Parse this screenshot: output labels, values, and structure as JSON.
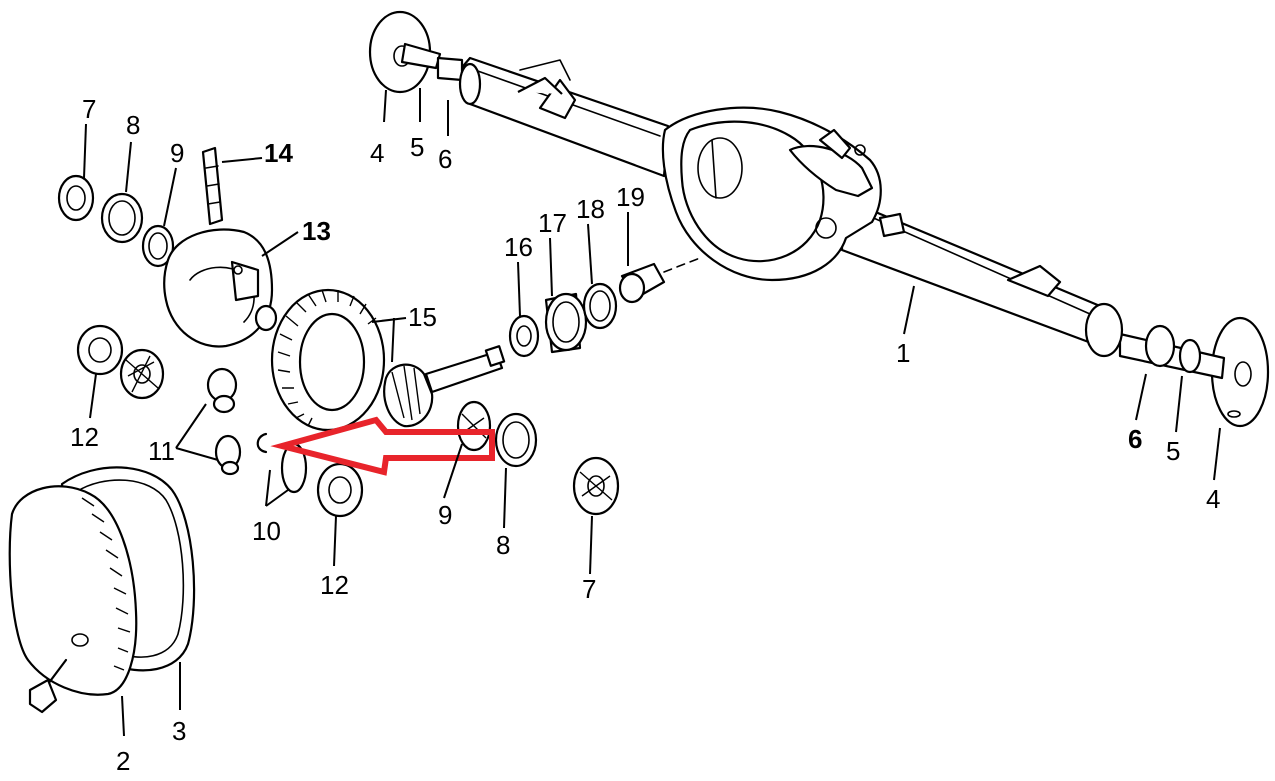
{
  "callouts": {
    "n1": "1",
    "n2": "2",
    "n3": "3",
    "n4a": "4",
    "n5a": "5",
    "n6a": "6",
    "n4b": "4",
    "n5b": "5",
    "n6b": "6",
    "n7a": "7",
    "n8a": "8",
    "n9a": "9",
    "n7b": "7",
    "n8b": "8",
    "n9b": "9",
    "n10": "10",
    "n11": "11",
    "n12a": "12",
    "n12b": "12",
    "n13": "13",
    "n14": "14",
    "n15": "15",
    "n16": "16",
    "n17": "17",
    "n18": "18",
    "n19": "19"
  },
  "highlight": {
    "arrow_color": "#e8242b"
  }
}
